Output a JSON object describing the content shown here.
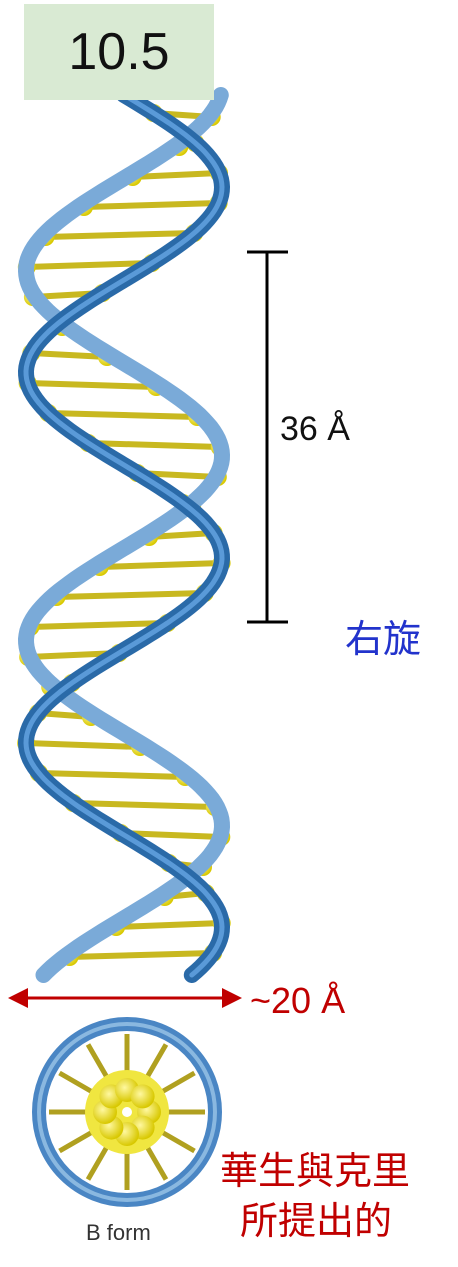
{
  "badge": {
    "value": "10.5"
  },
  "pitch": {
    "label": "36 Å"
  },
  "handedness": {
    "label": "右旋"
  },
  "width": {
    "label": "~20 Å"
  },
  "credit": {
    "line1": "華生與克里",
    "line2": "所提出的"
  },
  "form": {
    "label": "B form"
  },
  "colors": {
    "badge_bg": "#d9ead3",
    "strand_dark": "#2a6aa8",
    "strand_light": "#7aaad8",
    "base_pair": "#e8e030",
    "width_arrow": "#c00000",
    "handedness_text": "#2233cc",
    "credit_text": "#c00000"
  }
}
